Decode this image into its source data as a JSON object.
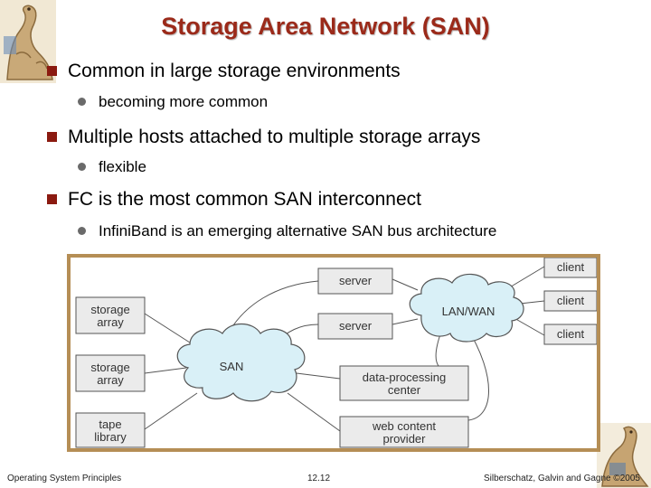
{
  "slide": {
    "title": "Storage Area Network (SAN)",
    "bullets": [
      {
        "text": "Common in large storage environments",
        "sub": "becoming more common"
      },
      {
        "text": "Multiple hosts attached to multiple storage arrays",
        "sub": "flexible"
      },
      {
        "text": "FC is the most common SAN interconnect",
        "sub": "InfiniBand is an emerging alternative SAN bus architecture"
      }
    ]
  },
  "diagram": {
    "storage_left": [
      "storage\narray",
      "storage\narray",
      "tape\nlibrary"
    ],
    "servers": [
      "server",
      "server"
    ],
    "san_label": "SAN",
    "lanwan_label": "LAN/WAN",
    "clients": [
      "client",
      "client",
      "client"
    ],
    "data_center": "data-processing\ncenter",
    "web_content": "web content\nprovider",
    "colors": {
      "cloud_fill": "#d9f0f7",
      "box_fill": "#ebebeb",
      "frame": "#b58e55"
    }
  },
  "footer": {
    "left": "Operating System Principles",
    "center": "12.12",
    "right": "Silberschatz, Galvin and Gagne ©2005"
  },
  "colors": {
    "title": "#9b2a1a",
    "bullet": "#8b1a10",
    "subbullet": "#6a6a6a"
  },
  "icons": {
    "top_left": "dinosaur-icon",
    "bottom_right": "dinosaur-icon"
  }
}
